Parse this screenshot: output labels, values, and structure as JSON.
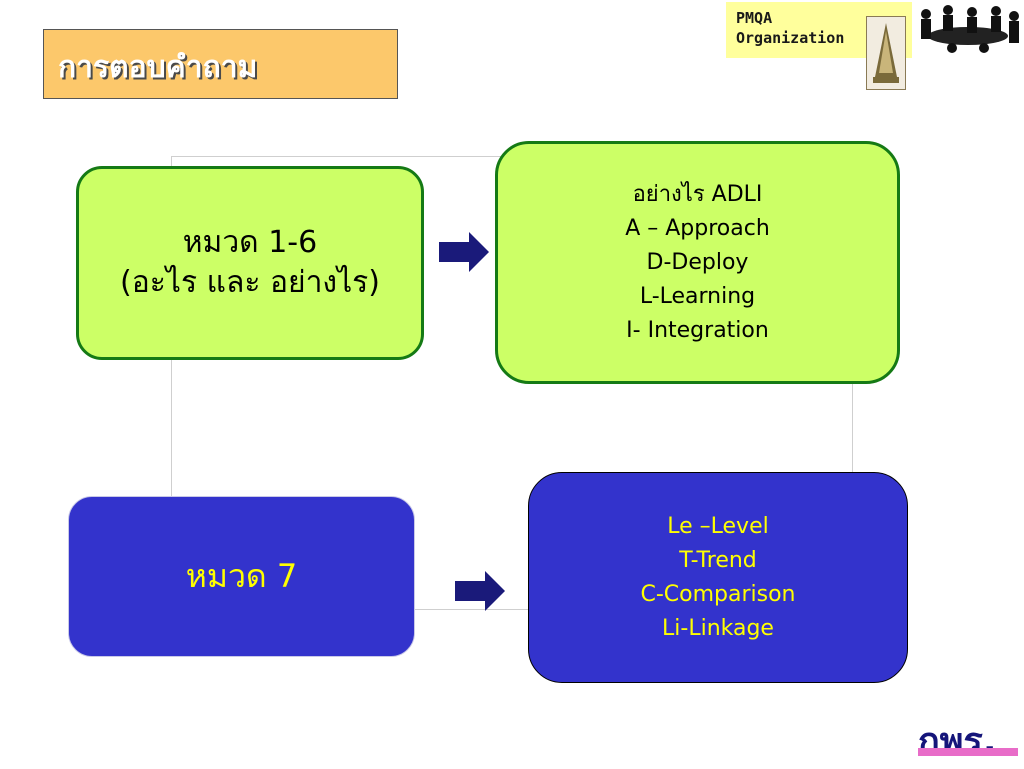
{
  "header": {
    "title": "การตอบคำถาม",
    "logo_line1": "PMQA",
    "logo_line2": "Organization"
  },
  "boxes": {
    "categories_1_6": {
      "line1": "หมวด 1-6",
      "line2": "(อะไร และ อย่างไร)"
    },
    "adli": {
      "lines": [
        "อย่างไร ADLI",
        "A – Approach",
        "D-Deploy",
        "L-Learning",
        "I- Integration"
      ]
    },
    "category_7": {
      "line1": "หมวด 7"
    },
    "letci": {
      "lines": [
        "Le –Level",
        "T-Trend",
        "C-Comparison",
        "Li-Linkage"
      ]
    }
  },
  "footer": {
    "logo_text": "กพร."
  },
  "colors": {
    "title_bg": "#fcc86b",
    "green_fill": "#ccff66",
    "green_border": "#157a15",
    "blue_fill": "#3333cc",
    "yellow_text": "#ffff00",
    "arrow": "#1a1a7a"
  }
}
